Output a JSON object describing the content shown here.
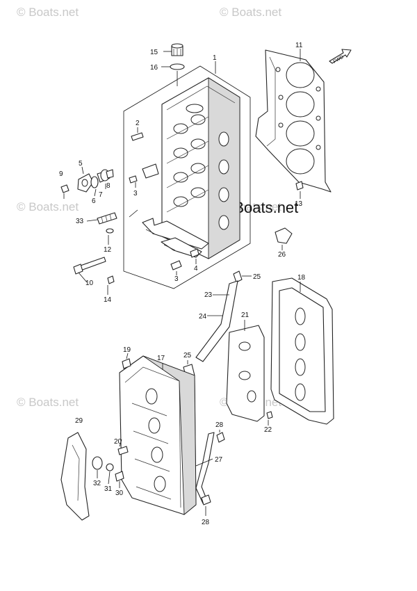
{
  "watermarks": [
    "© Boats.net",
    "© Boats.net",
    "© Boats.net",
    "© Boats.net",
    "© Boats.net",
    "© Boats.net"
  ],
  "brand": "© Boats.net",
  "fwd_label": "FWD",
  "callouts": [
    "1",
    "2",
    "3",
    "3",
    "4",
    "5",
    "6",
    "7",
    "8",
    "9",
    "10",
    "11",
    "12",
    "13",
    "14",
    "15",
    "16",
    "17",
    "18",
    "19",
    "20",
    "21",
    "22",
    "23",
    "24",
    "25",
    "25",
    "26",
    "27",
    "28",
    "28",
    "29",
    "30",
    "31",
    "32",
    "33"
  ]
}
